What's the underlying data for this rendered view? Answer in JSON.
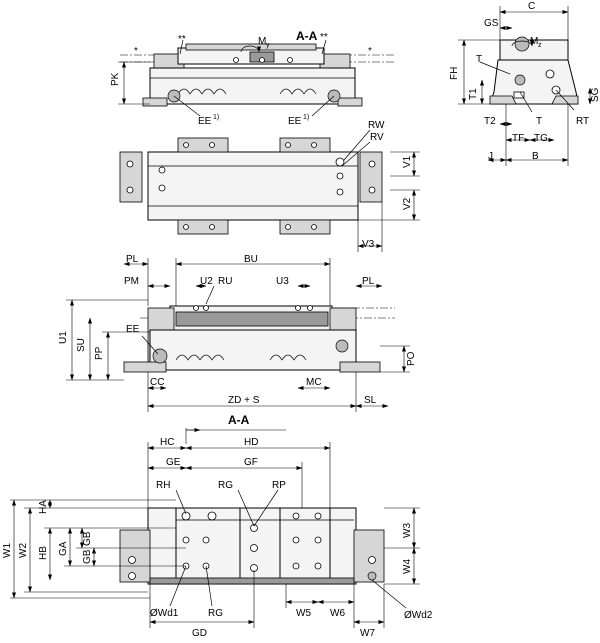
{
  "view_side": {
    "labels": {
      "pk": "PK",
      "my": "M",
      "my_sub": "y",
      "section": "A-A",
      "ee_left": "EE",
      "ee_right": "EE",
      "ee_sup": "1)",
      "star": "*",
      "starstar": "**"
    }
  },
  "view_end": {
    "labels": {
      "c": "C",
      "gs": "GS",
      "mz": "M",
      "mz_sub": "z",
      "fh": "FH",
      "t_top": "T",
      "t1": "T1",
      "t2": "T2",
      "t_bot": "T",
      "tf": "TF",
      "tg": "TG",
      "rt": "RT",
      "sg": "SG",
      "j": "J",
      "b": "B"
    }
  },
  "view_top1": {
    "labels": {
      "rw": "RW",
      "rv": "RV",
      "v1": "V1",
      "v2": "V2",
      "v3": "V3"
    }
  },
  "view_front": {
    "labels": {
      "pl_left": "PL",
      "bu": "BU",
      "pm": "PM",
      "u2": "U2",
      "ru": "RU",
      "u3": "U3",
      "pl_right": "PL",
      "u1": "U1",
      "su": "SU",
      "pp": "PP",
      "ee": "EE",
      "po": "PO",
      "cc": "CC",
      "mc": "MC",
      "zd": "ZD + S",
      "sl": "SL"
    }
  },
  "view_section": {
    "labels": {
      "title": "A-A",
      "hc": "HC",
      "hd": "HD",
      "ge": "GE",
      "gf": "GF",
      "rh": "RH",
      "rg": "RG",
      "rp": "RP",
      "ha": "HA",
      "w1": "W1",
      "w2": "W2",
      "hb": "HB",
      "ga": "GA",
      "gb1": "GB",
      "gb2": "GB",
      "w3": "W3",
      "w4": "W4",
      "wd1": "ØWd1",
      "rg_bot": "RG",
      "w5": "W5",
      "w6": "W6",
      "wd2": "ØWd2",
      "gd": "GD",
      "w7": "W7"
    }
  }
}
